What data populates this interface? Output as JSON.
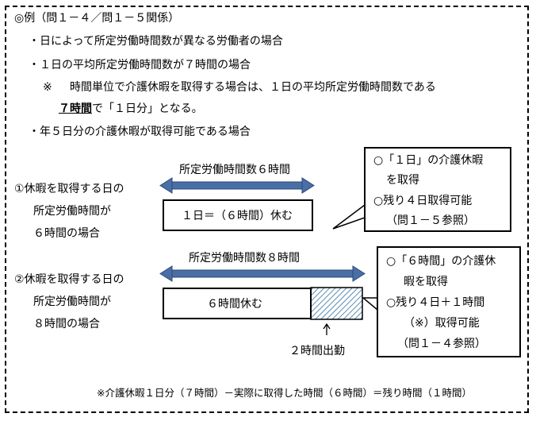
{
  "heading": "◎例（問１－４／問１－５関係）",
  "bullets": {
    "b1": "・日によって所定労働時間数が異なる労働者の場合",
    "b2": "・１日の平均所定労働時間数が７時間の場合",
    "note_mark": "※",
    "note_line1": "時間単位で介護休暇を取得する場合は、１日の平均所定労働時間数である",
    "note_underlined": "７時間",
    "note_line2_rest": "で「１日分」となる。",
    "b3": "・年５日分の介護休暇が取得可能である場合"
  },
  "case1": {
    "label_lines": [
      "①休暇を取得する日の",
      "所定労働時間が",
      "６時間の場合"
    ],
    "arrow_label": "所定労働時間数６時間",
    "bar_text": "１日＝（６時間）休む",
    "callout_lines": [
      "○「１日」の介護休暇",
      "を取得",
      "○残り４日取得可能",
      "（問１－５参照）"
    ]
  },
  "case2": {
    "label_lines": [
      "②休暇を取得する日の",
      "所定労働時間が",
      "８時間の場合"
    ],
    "arrow_label": "所定労働時間数８時間",
    "bar_text": "６時間休む",
    "work_label": "２時間出勤",
    "callout_lines": [
      "○「６時間」の介護休",
      "暇を取得",
      "○残り４日＋１時間",
      "（※）取得可能",
      "（問１－４参照）"
    ]
  },
  "footer": "※介護休暇１日分（７時間）－実際に取得した時間（６時間）＝残り時間（１時間）",
  "colors": {
    "arrow": "#4a6fa5",
    "hatch": "#2e6f9e",
    "border": "#000000"
  }
}
